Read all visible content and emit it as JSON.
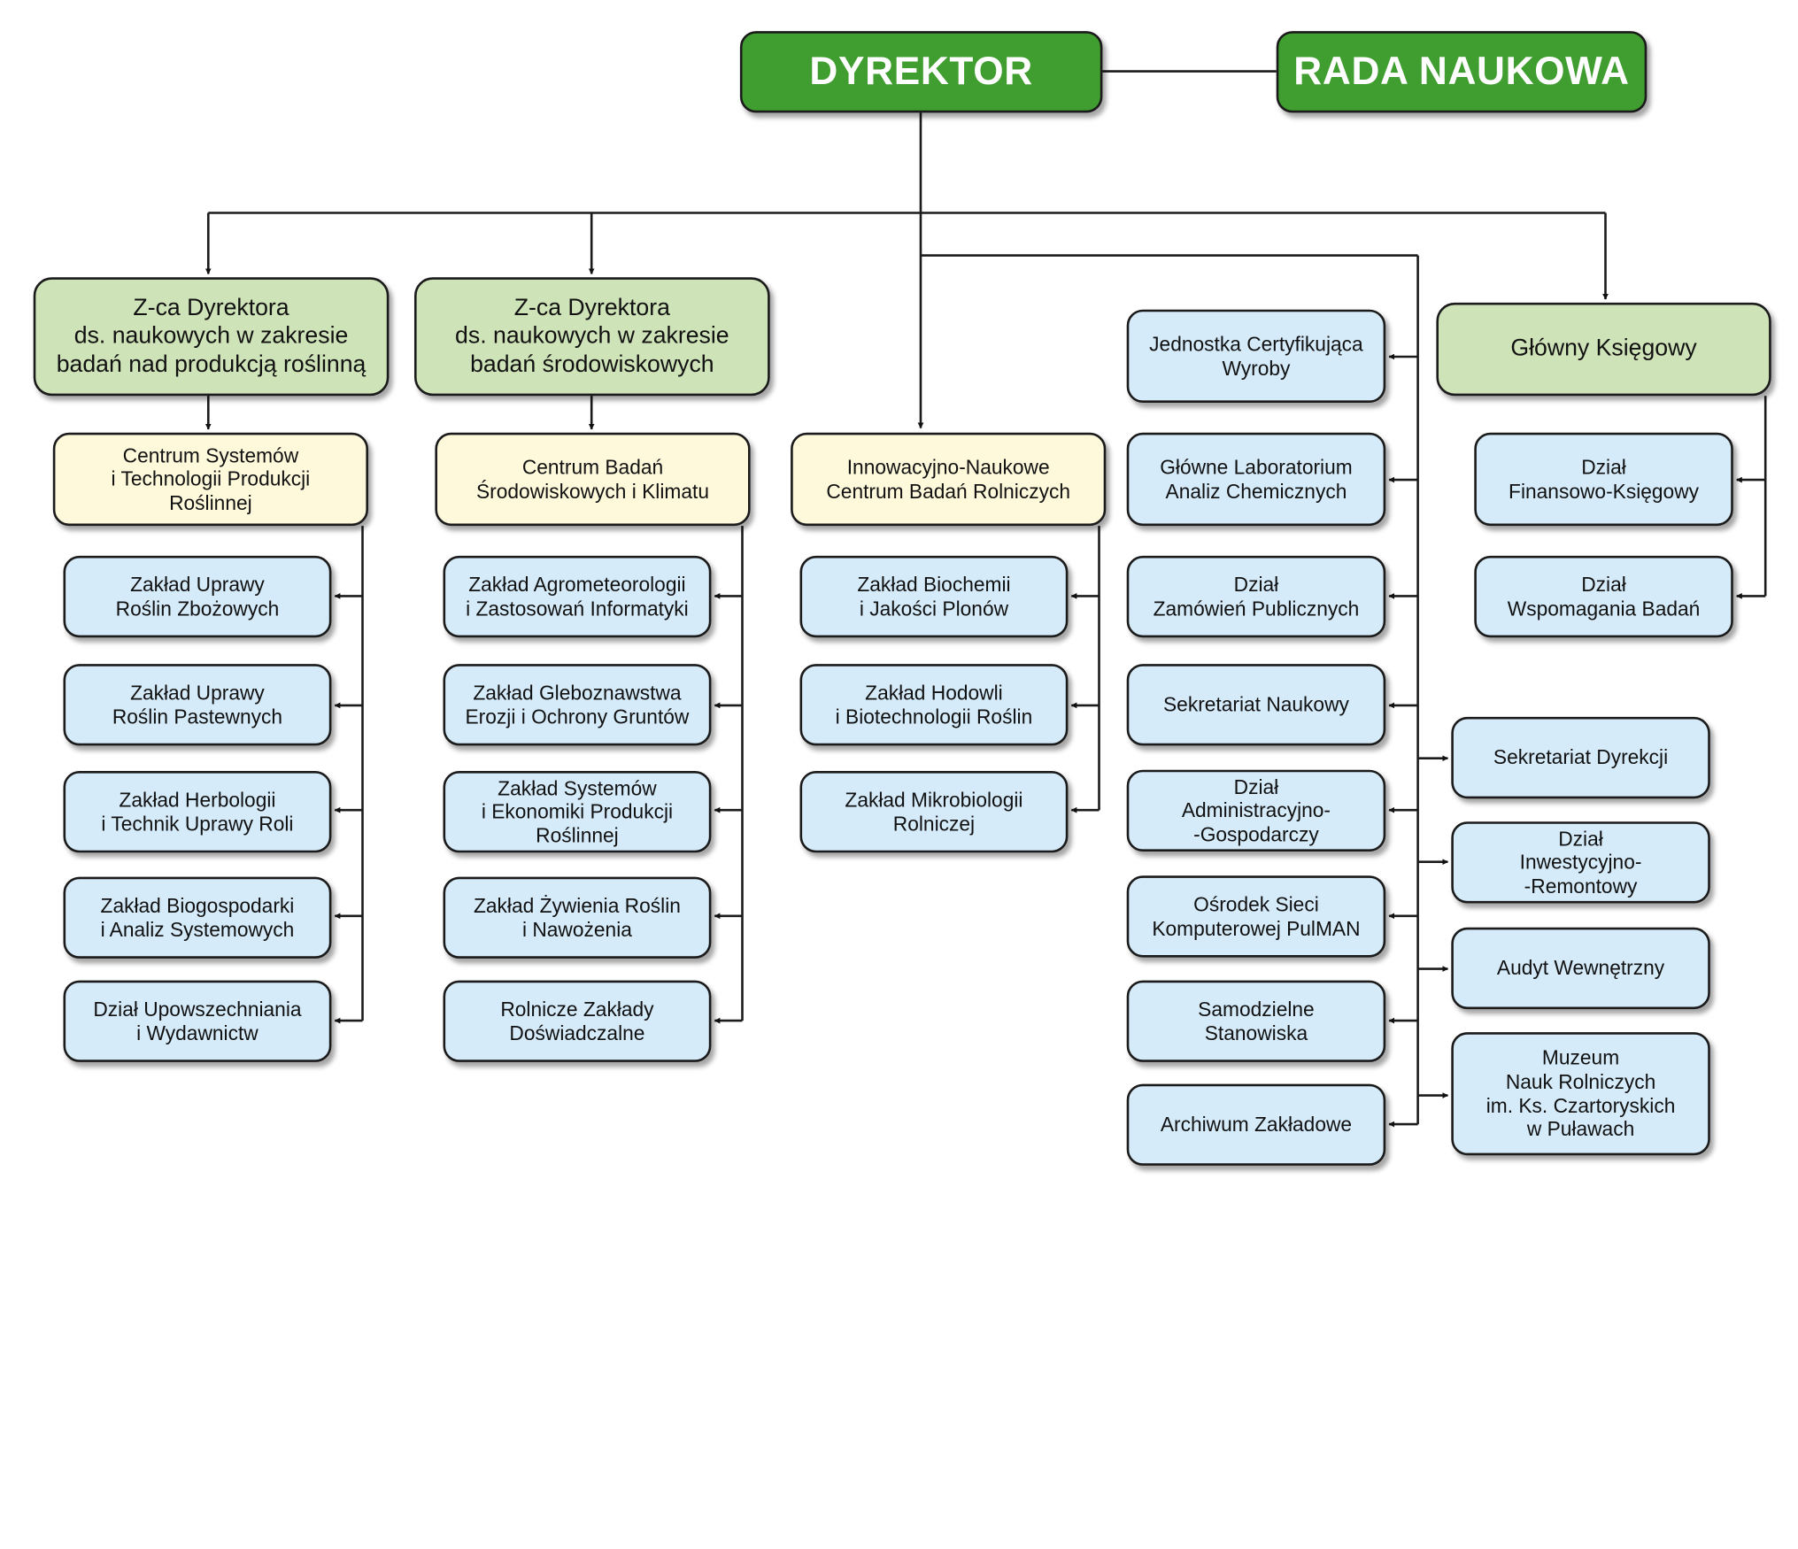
{
  "director": "DYREKTOR",
  "scientific_council": "RADA NAUKOWA",
  "deputy_plant": "Z-ca Dyrektora\nds. naukowych w zakresie\nbadań nad produkcją roślinną",
  "deputy_env": "Z-ca Dyrektora\nds. naukowych w zakresie\nbadań środowiskowych",
  "chief_accountant": "Główny Księgowy",
  "centers": {
    "plant": "Centrum Systemów\ni Technologii Produkcji\nRoślinnej",
    "env": "Centrum Badań\nŚrodowiskowych i Klimatu",
    "innov": "Innowacyjno-Naukowe\nCentrum Badań Rolniczych"
  },
  "plant_units": [
    "Zakład Uprawy\nRoślin Zbożowych",
    "Zakład Uprawy\nRoślin Pastewnych",
    "Zakład Herbologii\ni Technik Uprawy Roli",
    "Zakład Biogospodarki\ni Analiz Systemowych",
    "Dział Upowszechniania\ni Wydawnictw"
  ],
  "env_units": [
    "Zakład Agrometeorologii\ni Zastosowań Informatyki",
    "Zakład Gleboznawstwa\nErozji i Ochrony Gruntów",
    "Zakład Systemów\ni Ekonomiki Produkcji\nRoślinnej",
    "Zakład Żywienia Roślin\ni Nawożenia",
    "Rolnicze Zakłady\nDoświadczalne"
  ],
  "innov_units": [
    "Zakład Biochemii\ni Jakości Plonów",
    "Zakład Hodowli\ni Biotechnologii Roślin",
    "Zakład Mikrobiologii\nRolniczej"
  ],
  "director_units_left": [
    "Jednostka Certyfikująca\nWyroby",
    "Główne Laboratorium\nAnaliz Chemicznych",
    "Dział\nZamówień Publicznych",
    "Sekretariat Naukowy",
    "Dział\nAdministracyjno-\n-Gospodarczy",
    "Ośrodek Sieci\nKomputerowej PulMAN",
    "Samodzielne\nStanowiska",
    "Archiwum Zakładowe"
  ],
  "director_units_right": [
    "Sekretariat Dyrekcji",
    "Dział\nInwestycyjno-\n-Remontowy",
    "Audyt Wewnętrzny",
    "Muzeum\nNauk Rolniczych\nim. Ks. Czartoryskich\nw Puławach"
  ],
  "accounting_units": [
    "Dział\nFinansowo-Księgowy",
    "Dział\nWspomagania Badań"
  ],
  "colors": {
    "top_green": "#3f9e2f",
    "deputy_green": "#cfe3b8",
    "center_yellow": "#fff9db",
    "unit_blue": "#d5ebfa",
    "line": "#1b1b1b"
  }
}
